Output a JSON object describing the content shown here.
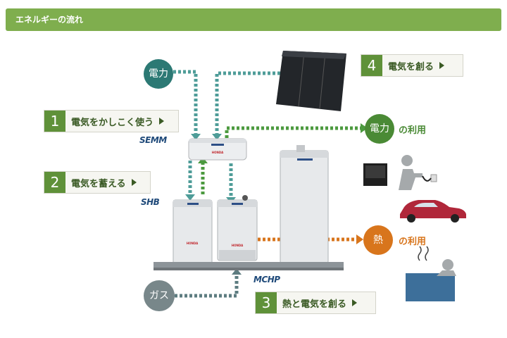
{
  "header": {
    "title": "エネルギーの流れ"
  },
  "circles": {
    "grid_power": "電力",
    "gas": "ガス",
    "power_out": "電力",
    "heat_out": "熱"
  },
  "uses": {
    "power_use": "の利用",
    "heat_use": "の利用"
  },
  "steps": [
    {
      "num": "1",
      "label": "電気をかしこく使う"
    },
    {
      "num": "2",
      "label": "電気を蓄える"
    },
    {
      "num": "3",
      "label": "熱と電気を創る"
    },
    {
      "num": "4",
      "label": "電気を創る"
    }
  ],
  "brands": {
    "semm": "SEMM",
    "shb": "SHB",
    "mchp": "MCHP"
  },
  "device_brand": "HONDA",
  "colors": {
    "header": "#7fae4e",
    "step_number": "#5f9139",
    "teal": "#2c7974",
    "green": "#4a8a35",
    "orange": "#d8751c",
    "gas": "#78878a",
    "silhouette": "#a5a9ab",
    "car": "#b0273a"
  }
}
